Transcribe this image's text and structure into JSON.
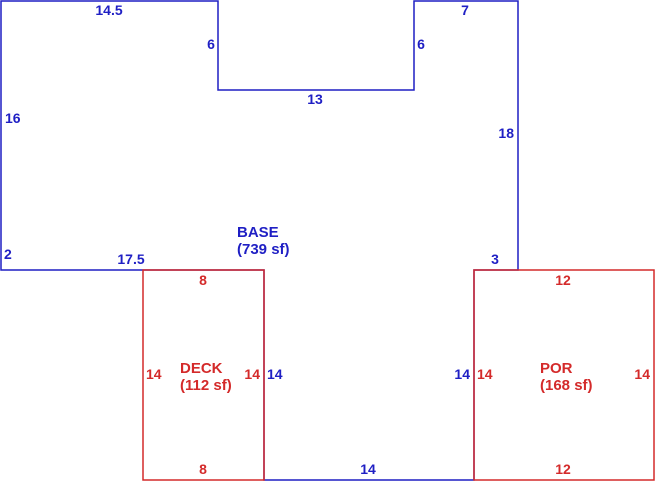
{
  "colors": {
    "base": "#1f1fc4",
    "addon": "#d42a2a",
    "background": "#ffffff"
  },
  "areas": {
    "base": {
      "name": "BASE",
      "area": "(739 sf)"
    },
    "deck": {
      "name": "DECK",
      "area": "(112 sf)"
    },
    "porch": {
      "name": "POR",
      "area": "(168 sf)"
    }
  },
  "dimensions": {
    "base": {
      "top_left": "14.5",
      "notch_left": "6",
      "notch_bottom": "13",
      "notch_right": "6",
      "top_right": "7",
      "left_upper": "16",
      "right_upper": "18",
      "left_lower": "2",
      "bottom_left": "17.5",
      "right_lower": "3",
      "deck_side": "14",
      "porch_side": "14",
      "bottom_center": "14"
    },
    "deck": {
      "top": "8",
      "left": "14",
      "right": "14",
      "bottom": "8"
    },
    "porch": {
      "top": "12",
      "left": "14",
      "right": "14",
      "bottom": "12"
    }
  }
}
